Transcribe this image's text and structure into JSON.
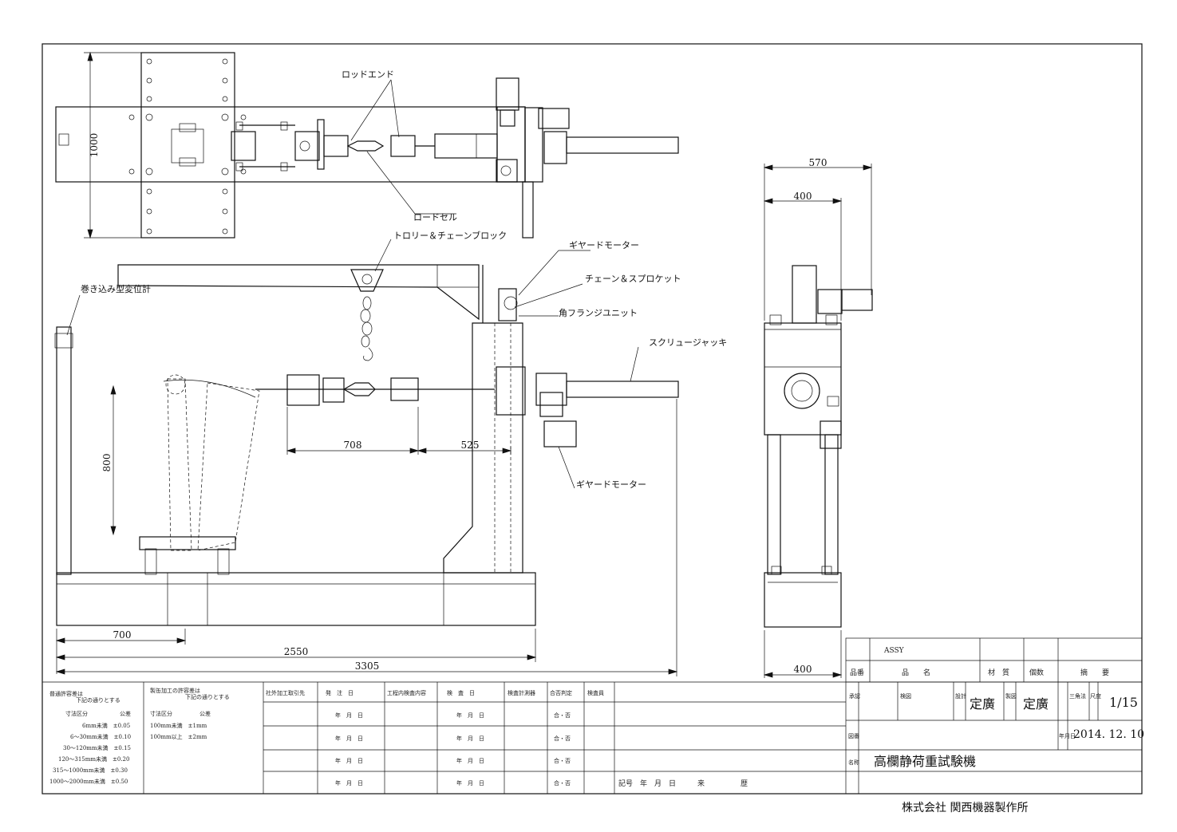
{
  "labels": {
    "rod_end": "ロッドエンド",
    "load_cell": "ロードセル",
    "trolley_chain_block": "トロリー＆チェーンブロック",
    "geared_motor_top": "ギヤードモーター",
    "chain_sprocket": "チェーン＆スプロケット",
    "square_flange_unit": "角フランジユニット",
    "screw_jack": "スクリュージャッキ",
    "winding_displacement_meter": "巻き込み型変位計",
    "geared_motor_bottom": "ギヤードモーター"
  },
  "dimensions": {
    "d1000": "1000",
    "d570": "570",
    "d400_top": "400",
    "d800": "800",
    "d708": "708",
    "d525": "525",
    "d700": "700",
    "d2550": "2550",
    "d3305": "3305",
    "d400_bottom": "400"
  },
  "parts_list": {
    "assy": "ASSY",
    "col_no": "品番",
    "col_name": "品　　名",
    "col_material": "材　質",
    "col_qty": "個数",
    "col_note": "摘　　要"
  },
  "title_block": {
    "approve": "承認",
    "check": "検図",
    "design": "設計",
    "designer": "定廣",
    "draw": "製図",
    "drafter": "定廣",
    "projection": "三角法",
    "scale_label": "尺度",
    "scale": "1/15",
    "drawing_no": "図番",
    "date_label": "年月日",
    "date": "2014. 12. 10",
    "name_label": "名称",
    "title": "高欄静荷重試験機",
    "company": "株式会社 関西機器製作所",
    "revision": "記号　年　月　日　　　来　　　　　歴"
  },
  "tolerance": {
    "title1": "普通許容差は",
    "title1b": "下記の通りとする",
    "col_a": "寸法区分",
    "col_b": "公差",
    "rows": [
      "6mm未満　±0.05",
      "6～30mm未満　±0.10",
      "30～120mm未満　±0.15",
      "120～315mm未満　±0.20",
      "315～1000mm未満　±0.30",
      "1000～2000mm未満　±0.50"
    ],
    "title2": "製缶加工の許容差は",
    "title2b": "下記の通りとする",
    "col_c": "寸法区分",
    "col_d": "公差",
    "rows2": [
      "100mm未満　±1mm",
      "100mm以上　±2mm"
    ]
  },
  "inspection": {
    "headers": [
      "社外加工取引先",
      "発　注　日",
      "工程内検査内容",
      "検　査　日",
      "検査計測器",
      "合否判定",
      "検査員"
    ],
    "date_cell": "年　月　日",
    "pass_fail": "合・否"
  }
}
